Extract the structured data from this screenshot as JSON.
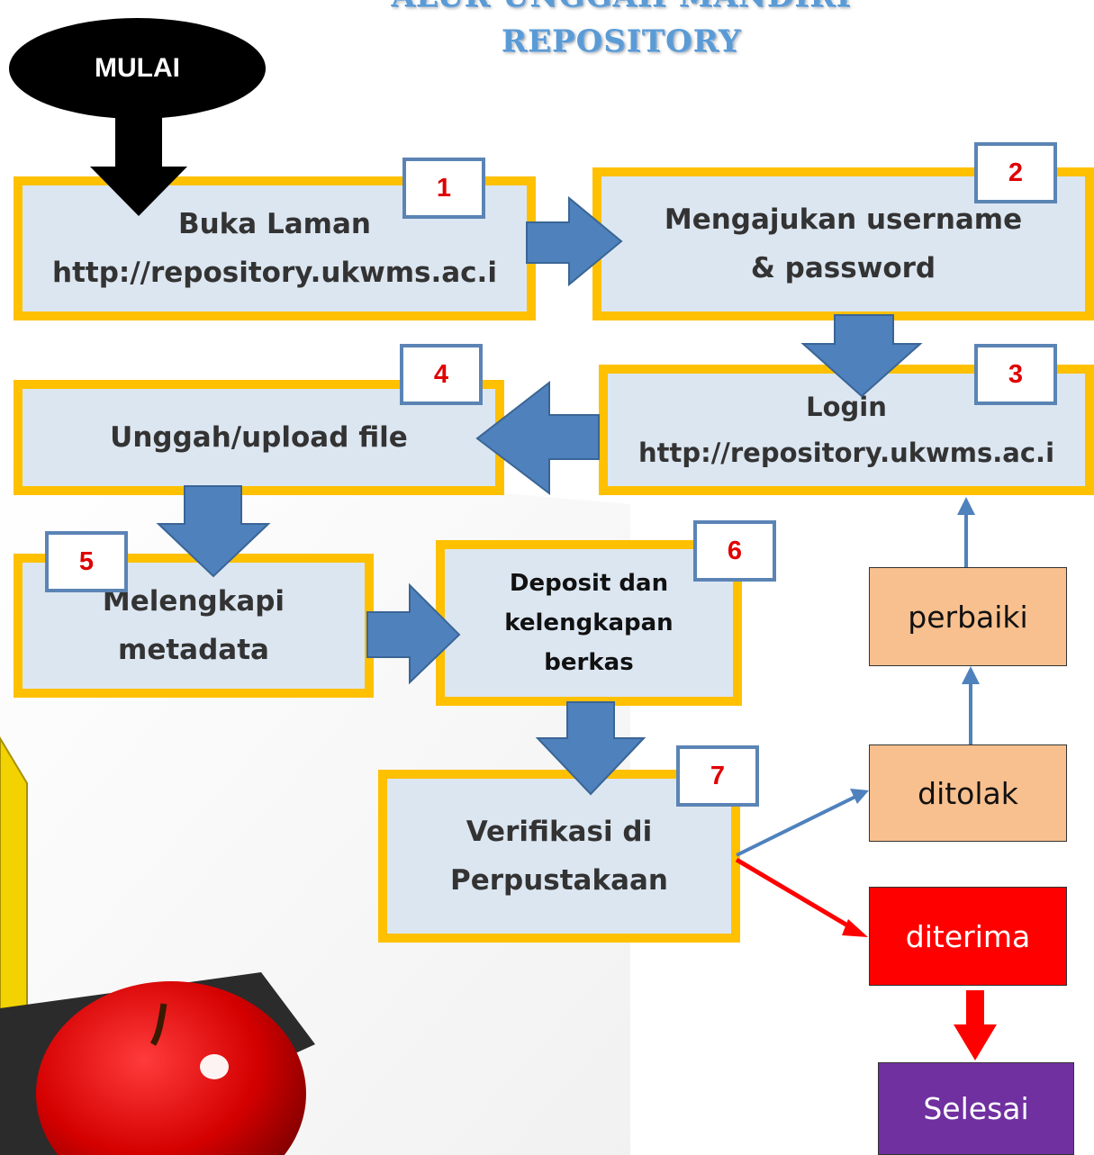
{
  "title": {
    "line1": "ALUR UNGGAH MANDIRI",
    "line2": "REPOSITORY"
  },
  "start_label": "MULAI",
  "steps": [
    {
      "num": "1",
      "label": "Buka Laman\nhttp://repository.ukwms.ac.i"
    },
    {
      "num": "2",
      "label": "Mengajukan username\n& password"
    },
    {
      "num": "3",
      "label": "Login\nhttp://repository.ukwms.ac.i"
    },
    {
      "num": "4",
      "label": "Unggah/upload file"
    },
    {
      "num": "5",
      "label": "Melengkapi\nmetadata"
    },
    {
      "num": "6",
      "label": "Deposit dan\nkelengkapan\nberkas"
    },
    {
      "num": "7",
      "label": "Verifikasi di\nPerpustakaan"
    }
  ],
  "statuses": {
    "perbaiki": "perbaiki",
    "ditolak": "ditolak",
    "diterima": "diterima",
    "selesai": "Selesai"
  },
  "colors": {
    "step_fill": "#dce6f1",
    "step_border": "#ffc000",
    "arrow_fill": "#4f81bd",
    "number_text": "#e00000",
    "reject_fill": "#f8c08e",
    "accept_fill": "#ff0000",
    "done_fill": "#7030a0"
  }
}
